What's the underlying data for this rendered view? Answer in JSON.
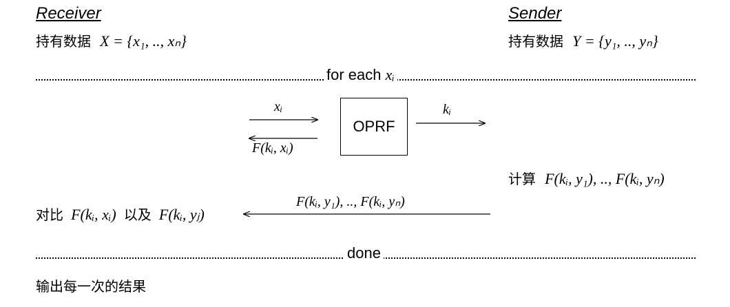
{
  "receiver": {
    "title": "Receiver",
    "holds_label": "持有数据",
    "holds_math": "X = {x₁, .., xₙ}"
  },
  "sender": {
    "title": "Sender",
    "holds_label": "持有数据",
    "holds_math": "Y = {y₁, .., yₙ}"
  },
  "loop_start": {
    "label": "for each",
    "var": "xᵢ"
  },
  "oprf": {
    "box_label": "OPRF",
    "receiver_to_oprf": "xᵢ",
    "oprf_to_receiver": "F(kᵢ, xᵢ)",
    "sender_to_oprf": "kᵢ"
  },
  "sender_compute": {
    "label": "计算",
    "math": "F(kᵢ, y₁), .., F(kᵢ, yₙ)"
  },
  "compare": {
    "label_prefix": "对比",
    "math_left": "F(kᵢ, xᵢ)",
    "label_mid": "以及",
    "math_right": "F(kᵢ, yⱼ)",
    "arrow_label": "F(kᵢ, y₁), .., F(kᵢ, yₙ)"
  },
  "loop_end": {
    "label": "done"
  },
  "output": {
    "label": "输出每一次的结果"
  }
}
